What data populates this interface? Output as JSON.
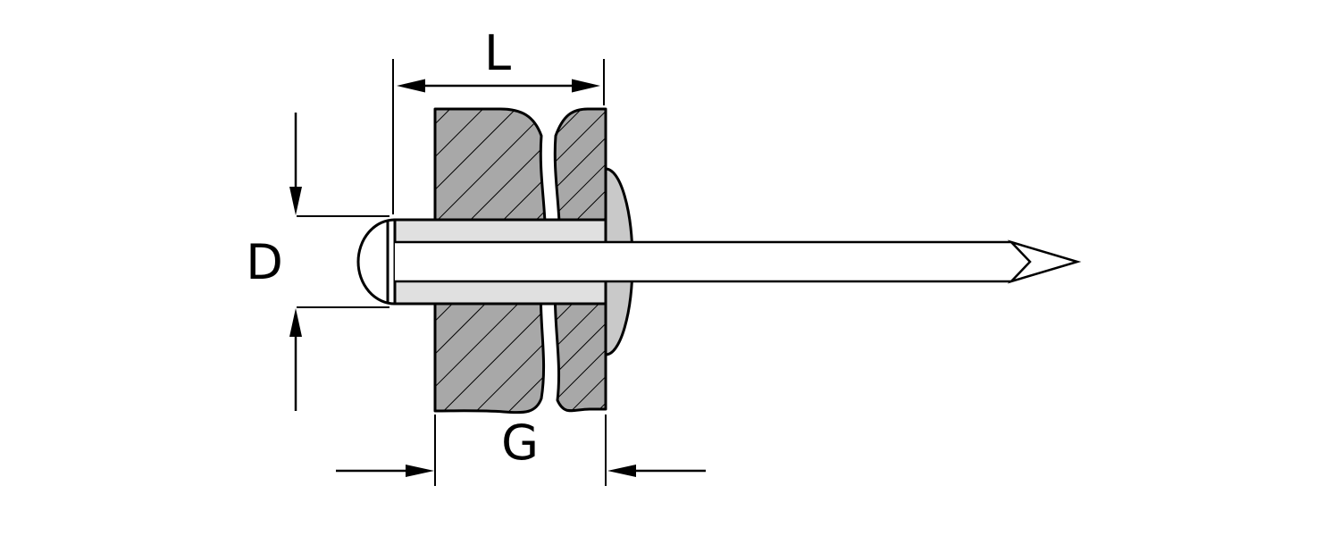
{
  "labels": {
    "length": "L",
    "diameter": "D",
    "grip": "G"
  },
  "colors": {
    "background": "#ffffff",
    "plate": "#a8a8a8",
    "rivet_sleeve": "#e0e0e0",
    "rivet_bulge": "#c9c9c9",
    "mandrel": "#ffffff",
    "outline": "#000000"
  }
}
